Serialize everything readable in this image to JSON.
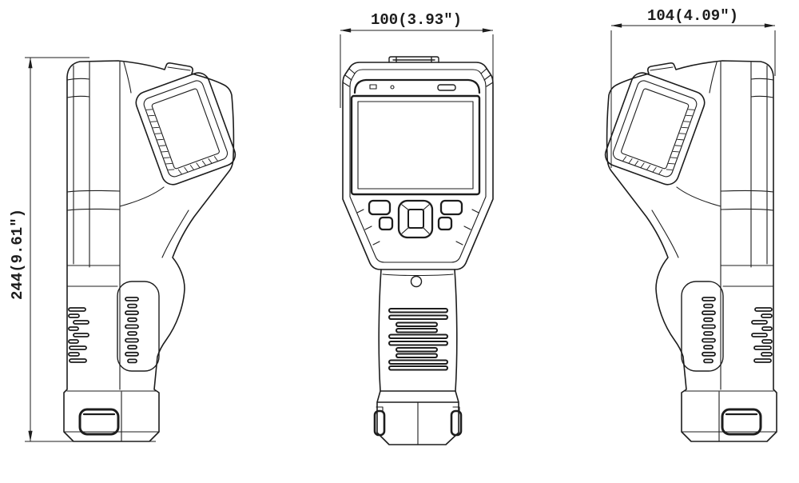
{
  "drawing": {
    "background_color": "#ffffff",
    "line_color": "#1d1d1d",
    "dimensions": {
      "front_width": "100(3.93\")",
      "side_width": "104(4.09\")",
      "height": "244(9.61\")"
    }
  }
}
